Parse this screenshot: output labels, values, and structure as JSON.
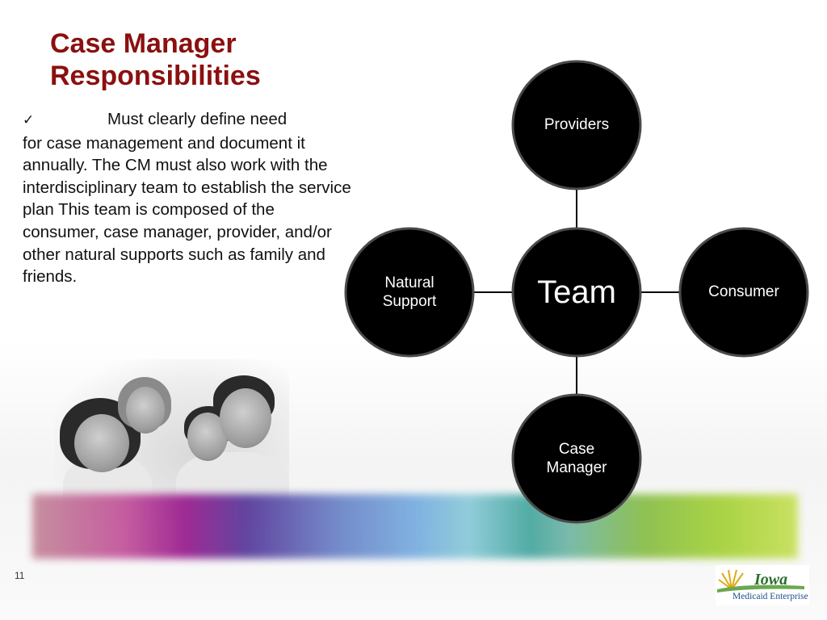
{
  "slide": {
    "title_line1": "Case Manager",
    "title_line2": "Responsibilities",
    "checkmark": "✓",
    "body_first": "Must clearly define need",
    "body_rest": "for case management and document it annually. The CM must also work with the interdisciplinary team to establish the service plan This team is composed of the consumer, case manager, provider, and/or other natural supports such as family and friends.",
    "page_number": "11"
  },
  "diagram": {
    "center": "Team",
    "nodes": {
      "top": "Providers",
      "right": "Consumer",
      "bottom_line1": "Case",
      "bottom_line2": "Manager",
      "left_line1": "Natural",
      "left_line2": "Support"
    },
    "colors": {
      "node_fill": "#000000",
      "node_border": "#4a4a4a",
      "connector": "#000000"
    }
  },
  "logo": {
    "wordmark": "Iowa",
    "caption": "Medicaid Enterprise"
  },
  "colors": {
    "title": "#8b1010"
  }
}
